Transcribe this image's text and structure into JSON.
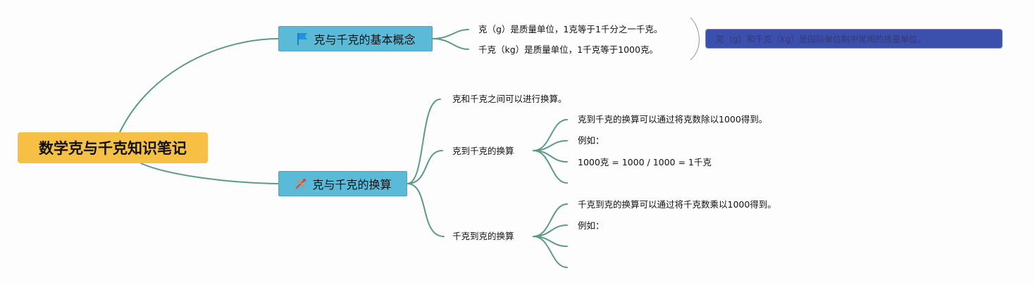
{
  "mindmap": {
    "root": "数学克与千克知识笔记",
    "branch1": {
      "label": "克与千克的基本概念",
      "icon": "flag-icon",
      "leaves": [
        "克（g）是质量单位，1克等于1千分之一千克。",
        "千克（kg）是质量单位，1千克等于1000克。"
      ],
      "summary": "克（g）和千克（kg）是国际单位制中常用的质量单位。"
    },
    "branch2": {
      "label": "克与千克的换算",
      "icon": "tools-icon",
      "intro": "克和千克之间可以进行换算。",
      "sub1": {
        "label": "克到千克的换算",
        "leaves": [
          "克到千克的换算可以通过将克数除以1000得到。",
          "例如：",
          "1000克 = 1000 / 1000 = 1千克"
        ]
      },
      "sub2": {
        "label": "千克到克的换算",
        "leaves": [
          "千克到克的换算可以通过将千克数乘以1000得到。",
          "例如："
        ]
      }
    }
  },
  "colors": {
    "root": "#f5c043",
    "branch": "#5cbad9",
    "line": "#5a9a88",
    "summary": "#3d4fad"
  }
}
